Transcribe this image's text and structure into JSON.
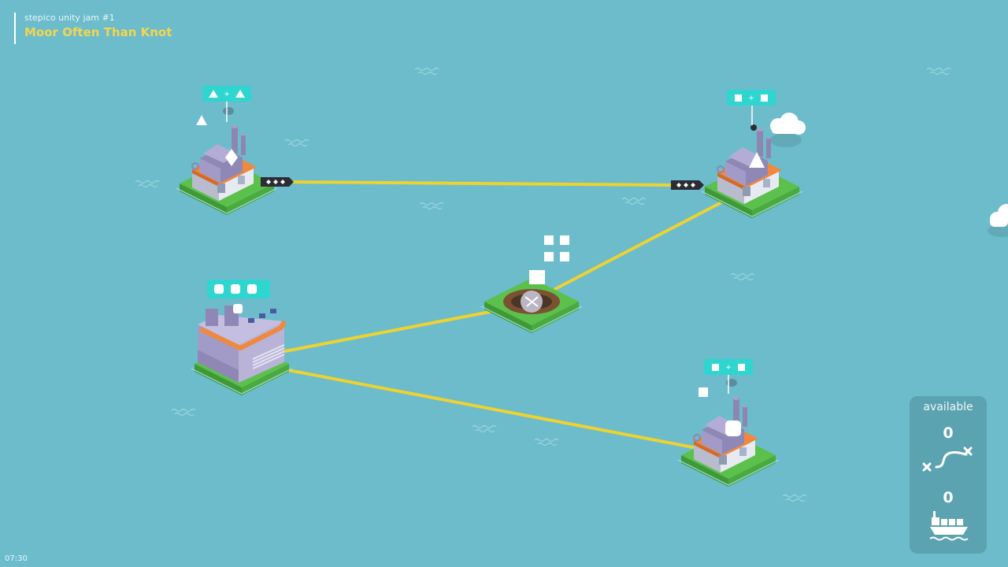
{
  "header": {
    "subtitle": "stepico unity jam #1",
    "title": "Moor Often Than Knot"
  },
  "timer": "07:30",
  "panel": {
    "title": "available",
    "routes_count": "0",
    "ships_count": "0",
    "routes_icon": "route-icon",
    "ship_icon": "cargo-ship-icon"
  },
  "colors": {
    "sea": "#6cbccb",
    "route": "#ecd233",
    "badge": "#2fd6cf",
    "land": "#5cc04c",
    "title": "#f2d64f",
    "panel": "#5ca3b1"
  },
  "islands": [
    {
      "name": "factory-top-left",
      "icon": "diamond-icon",
      "recipe": [
        "triangle-icon",
        "triangle-icon"
      ],
      "dock_icon": "diamond-icon"
    },
    {
      "name": "factory-top-right",
      "icon": "triangle-icon",
      "recipe": [
        "square-icon",
        "square-icon"
      ],
      "dock_icon": "diamond-icon"
    },
    {
      "name": "warehouse-left",
      "icon": "rounded-square-icon",
      "demand": [
        "rounded-square-icon",
        "rounded-square-icon",
        "rounded-square-icon"
      ]
    },
    {
      "name": "mine-center",
      "icon": "square-icon",
      "stock": [
        "square-icon",
        "square-icon",
        "square-icon",
        "square-icon",
        "square-icon"
      ]
    },
    {
      "name": "factory-bottom-right",
      "icon": "rounded-square-icon",
      "recipe": [
        "square-icon",
        "square-icon"
      ]
    }
  ]
}
